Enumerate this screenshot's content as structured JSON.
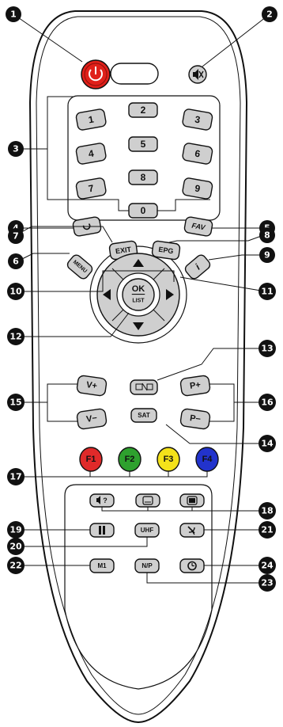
{
  "keys": {
    "num_1": "1",
    "num_2": "2",
    "num_3": "3",
    "num_4": "4",
    "num_5": "5",
    "num_6": "6",
    "num_7": "7",
    "num_8": "8",
    "num_9": "9",
    "num_0": "0",
    "fav": "FAV",
    "exit": "EXIT",
    "epg": "EPG",
    "menu": "MENU",
    "info": "i",
    "ok": "OK",
    "list": "LIST",
    "v_plus": "V+",
    "v_minus": "V−",
    "p_plus": "P+",
    "p_minus": "P−",
    "sat": "SAT",
    "f1": "F1",
    "f2": "F2",
    "f3": "F3",
    "f4": "F4",
    "uhf": "UHF",
    "m1": "M1",
    "np": "N/P"
  },
  "callouts": [
    "1",
    "2",
    "3",
    "4",
    "5",
    "6",
    "7",
    "8",
    "9",
    "10",
    "11",
    "12",
    "13",
    "14",
    "15",
    "16",
    "17",
    "18",
    "19",
    "20",
    "21",
    "22",
    "23",
    "24"
  ],
  "colors": {
    "power": "#e0201a",
    "f1": "#e02a2a",
    "f2": "#2ea12e",
    "f3": "#f4e21a",
    "f4": "#2233cc",
    "button_gray": "#cfcfcf",
    "body_outline": "#111111"
  },
  "icons": [
    "power-icon",
    "mute-icon",
    "recall-icon",
    "arrow-up-icon",
    "arrow-down-icon",
    "arrow-left-icon",
    "arrow-right-icon",
    "tv-radio-icon",
    "audio-icon",
    "subtitle-icon",
    "teletext-icon",
    "pause-icon",
    "satellite-icon",
    "timer-icon"
  ]
}
